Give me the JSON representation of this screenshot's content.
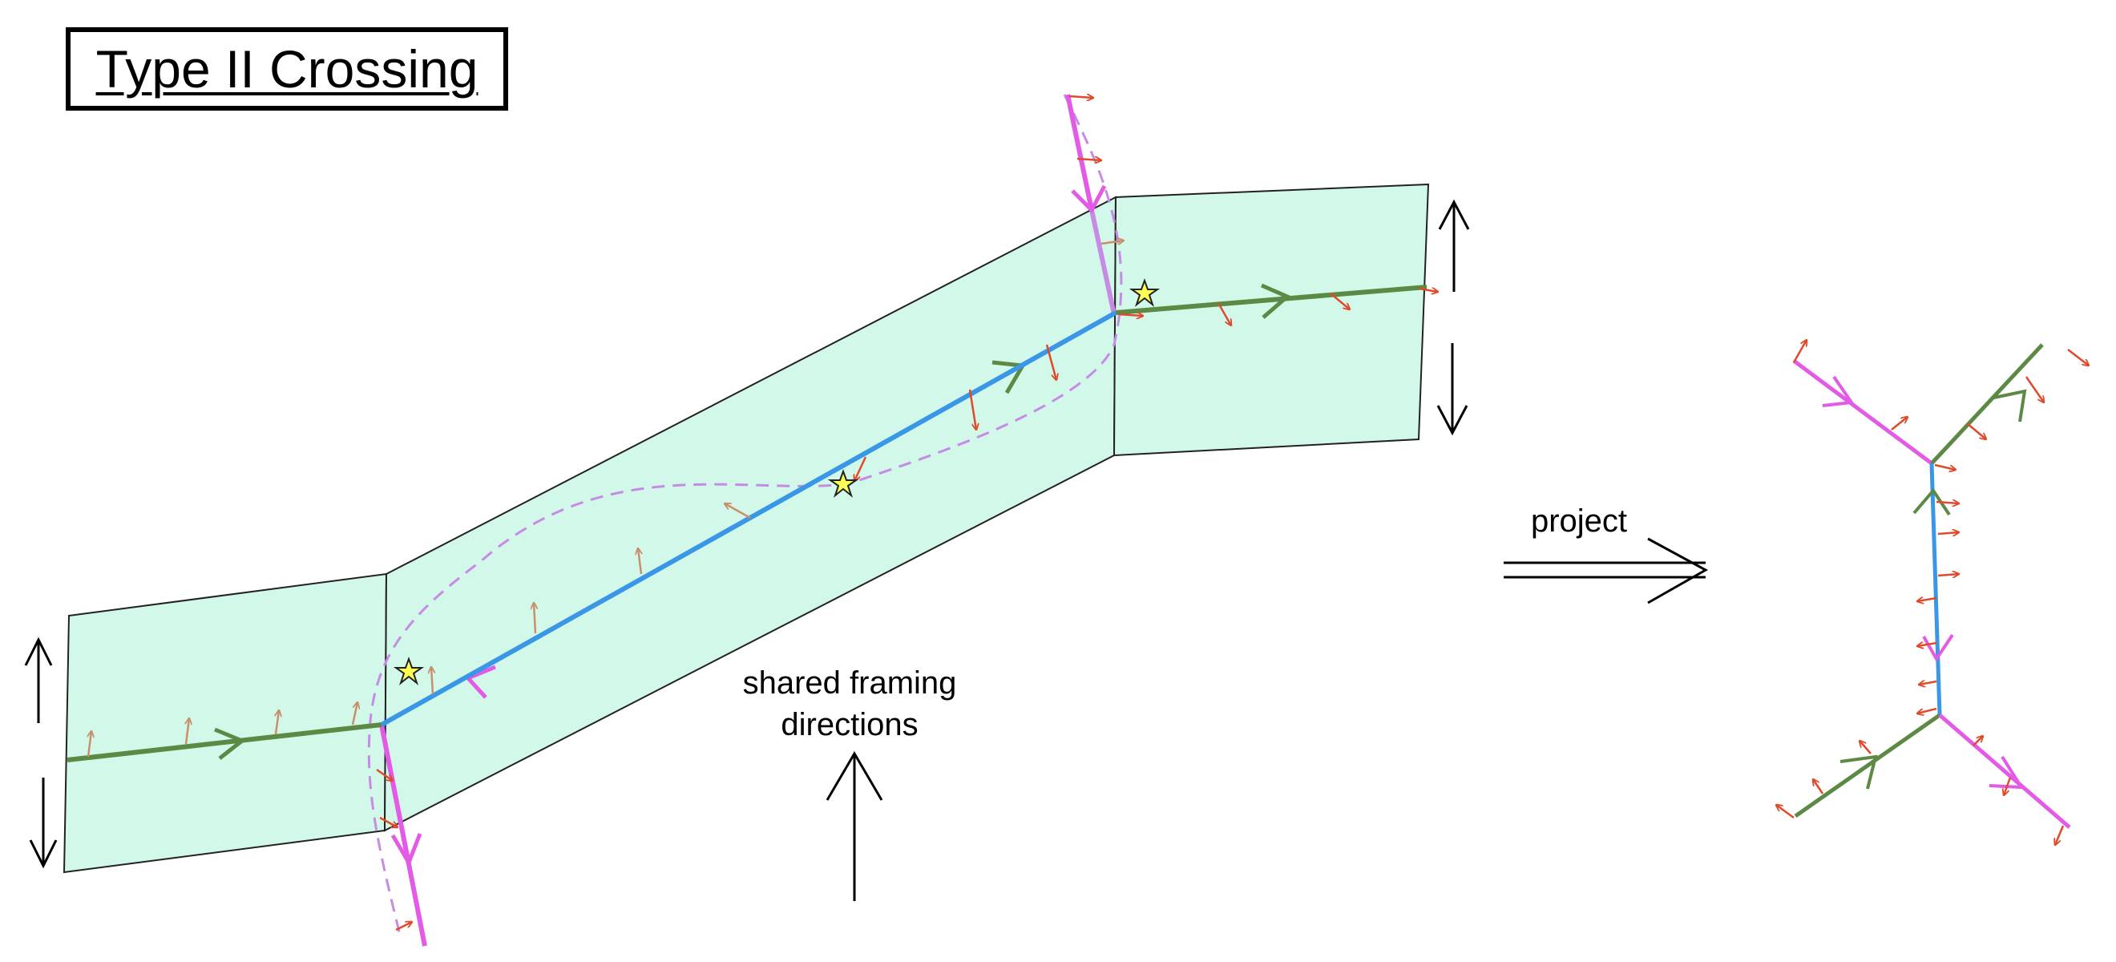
{
  "title": "Type II Crossing",
  "labels": {
    "shared_framing_line1": "shared framing",
    "shared_framing_line2": "directions",
    "project": "project"
  },
  "colors": {
    "sheet_fill": "#d2f8ea",
    "green_edge": "#5c8a45",
    "blue_edge": "#3a96e6",
    "magenta_edge": "#e35ae6",
    "dashed_curve": "#c78be6",
    "framing_red": "#e04a2a",
    "framing_tan": "#c98f6a",
    "star": "#ffff55"
  },
  "icons": [
    "star-icon",
    "arrow-icon",
    "double-arrow-icon"
  ]
}
